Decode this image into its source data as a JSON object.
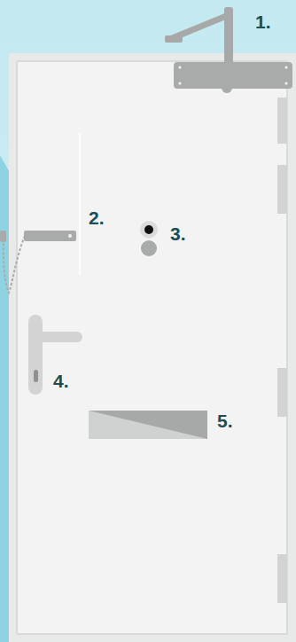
{
  "diagram": {
    "labels": [
      "1.",
      "2.",
      "3.",
      "4.",
      "5."
    ]
  }
}
